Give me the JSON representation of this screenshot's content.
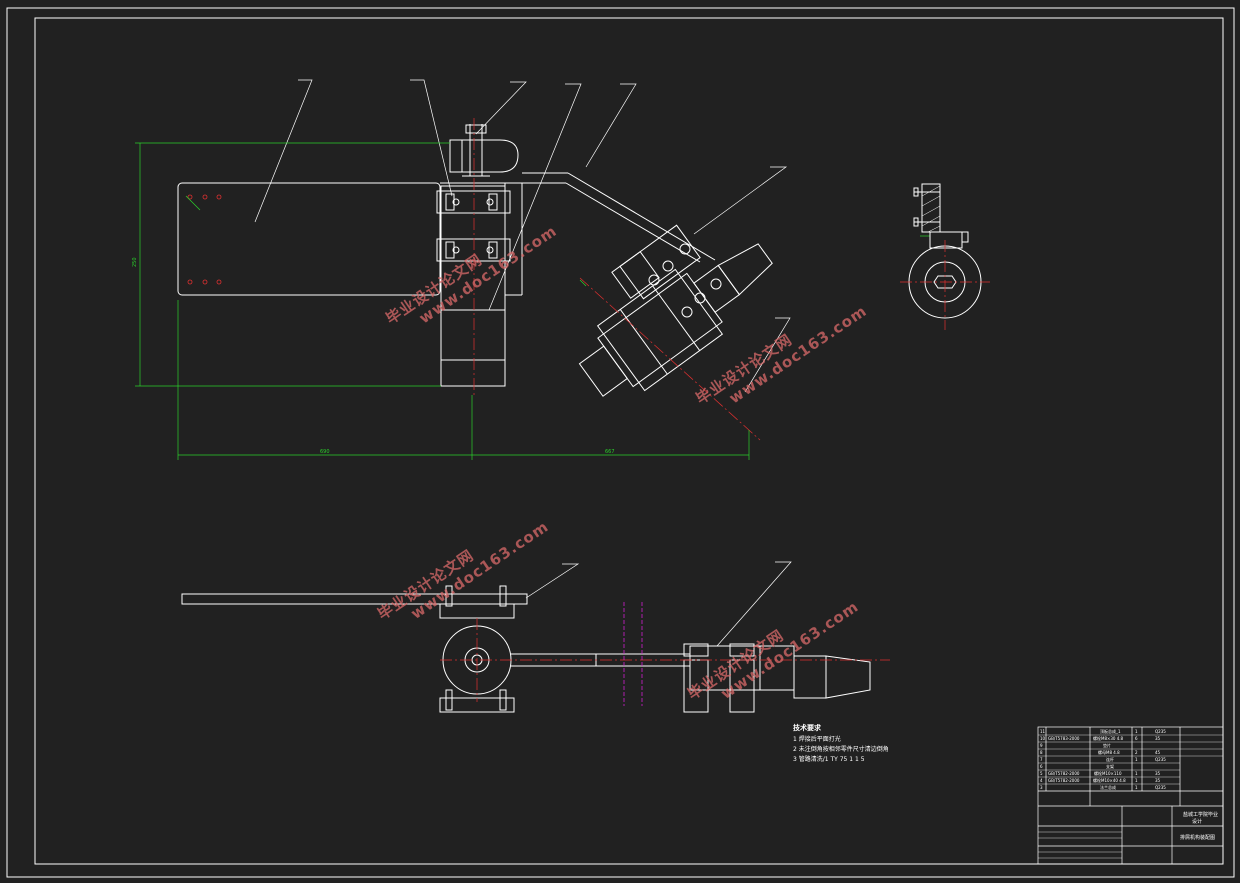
{
  "colors": {
    "background": "#212121",
    "line": "#ffffff",
    "dimension": "#2bd12b",
    "centerline": "#e03030",
    "hidden": "#d020d0",
    "watermark": "#d96a6a"
  },
  "watermark": {
    "cn": "毕业设计论文网",
    "url": "www.doc163.com"
  },
  "dimensions": {
    "vertical": "250",
    "left_span": "690",
    "right_span": "667"
  },
  "technical_notes": {
    "title": "技术要求",
    "items": [
      "1  焊接后平面打光",
      "2  未注倒角按相邻零件尺寸清边倒角",
      "3  管路清洗/1 TY 75 1 1 5"
    ]
  },
  "title_block": {
    "school": "盐城工学院毕业",
    "major": "设计",
    "drawing_name": "排屑机构装配图",
    "parts_rows": [
      [
        "11",
        "",
        "顶板总成_1",
        "1",
        "Q235"
      ],
      [
        "10",
        "GB/T5783-2000",
        "螺栓M8×30 4.8",
        "6",
        "35"
      ],
      [
        "9",
        "",
        "垫片",
        "",
        ""
      ],
      [
        "8",
        "",
        "螺母M8 4.8",
        "2",
        "45"
      ],
      [
        "7",
        "",
        "连杆",
        "1",
        "Q235"
      ],
      [
        "6",
        "",
        "支架",
        "",
        ""
      ],
      [
        "5",
        "GB/T5782-2000",
        "螺栓M10×110",
        "1",
        "35"
      ],
      [
        "4",
        "GB/T5782-2000",
        "螺栓M10×40 4.8",
        "1",
        "35"
      ],
      [
        "3",
        "",
        "法兰总成",
        "1",
        "Q235"
      ]
    ]
  }
}
